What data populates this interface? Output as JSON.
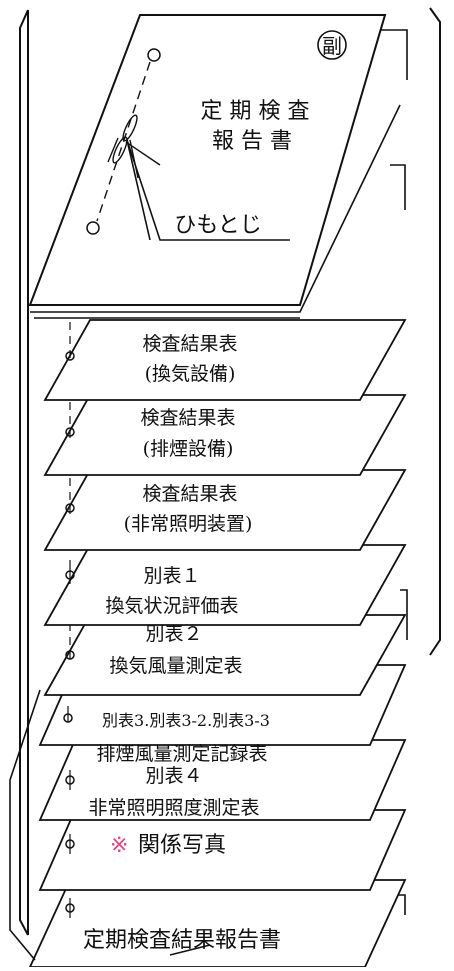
{
  "cover": {
    "copy_mark": "副",
    "title_line1": "定 期 検 査",
    "title_line2": "報 告 書",
    "binding_label": "ひもとじ"
  },
  "sheets": [
    {
      "line1": "検査結果表",
      "line2": "(換気設備)"
    },
    {
      "line1": "検査結果表",
      "line2": "(排煙設備)"
    },
    {
      "line1": "検査結果表",
      "line2": "(非常照明装置)"
    },
    {
      "line1": "別表１",
      "line2": "換気状況評価表"
    },
    {
      "line1": "別表２",
      "line2": "換気風量測定表"
    },
    {
      "line1": "別表3.別表3-2.別表3-3",
      "line2": "排煙風量測定記録表"
    },
    {
      "line1": "別表４",
      "line2": "非常照明照度測定表"
    }
  ],
  "photo_sheet": {
    "mark": "※",
    "label": "関係写真"
  },
  "bottom_sheet": {
    "label": "定期検査結果報告書"
  },
  "colors": {
    "line": "#111111",
    "highlight": "#e2477f",
    "paper": "#ffffff"
  }
}
